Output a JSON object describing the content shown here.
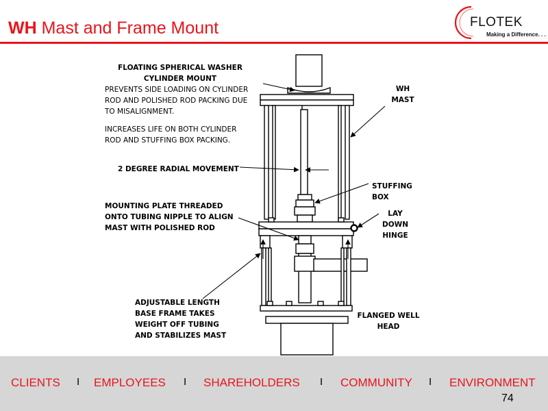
{
  "header": {
    "title_bold": "WH",
    "title_rest": " Mast and Frame Mount",
    "logo_word": "FLOTEK",
    "logo_tagline": "Making a Difference. . ."
  },
  "diagram": {
    "labels": {
      "washer_title_1": "FLOATING SPHERICAL WASHER",
      "washer_title_2": "CYLINDER MOUNT",
      "washer_desc_1": "PREVENTS SIDE LOADING ON CYLINDER",
      "washer_desc_2": "ROD AND POLISHED ROD PACKING DUE",
      "washer_desc_3": "TO MISALIGNMENT.",
      "life_1": "INCREASES LIFE ON BOTH CYLINDER",
      "life_2": "ROD AND STUFFING BOX PACKING.",
      "radial": "2 DEGREE RADIAL MOVEMENT",
      "plate_1": "MOUNTING PLATE THREADED",
      "plate_2": "ONTO TUBING NIPPLE TO ALIGN",
      "plate_3": "MAST WITH POLISHED ROD",
      "frame_1": "ADJUSTABLE LENGTH",
      "frame_2": "BASE FRAME TAKES",
      "frame_3": "WEIGHT OFF TUBING",
      "frame_4": "AND STABILIZES MAST",
      "mast_1": "WH",
      "mast_2": "MAST",
      "stuffing_1": "STUFFING",
      "stuffing_2": "BOX",
      "hinge_1": "LAY",
      "hinge_2": "DOWN",
      "hinge_3": "HINGE",
      "wellhead_1": "FLANGED WELL",
      "wellhead_2": "HEAD"
    }
  },
  "footer": {
    "nav": [
      "CLIENTS",
      "EMPLOYEES",
      "SHAREHOLDERS",
      "COMMUNITY",
      "ENVIRONMENT"
    ],
    "separator": "I",
    "page_number": "74"
  }
}
